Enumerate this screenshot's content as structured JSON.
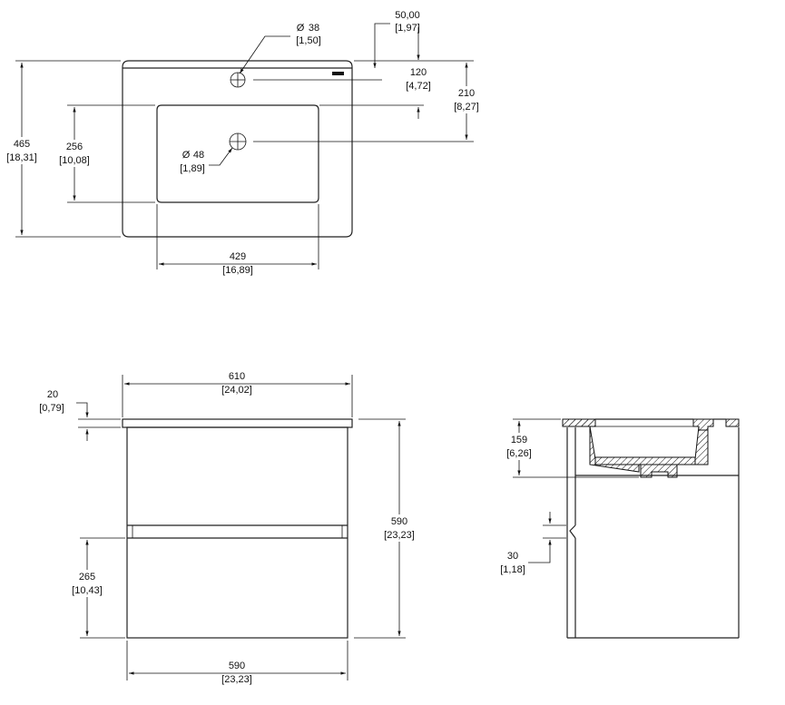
{
  "colors": {
    "line": "#111111",
    "background": "#ffffff"
  },
  "top_view": {
    "hole_small": {
      "diameter": "38",
      "inch": "[1,50]",
      "symbol": "Ø"
    },
    "offset_top": {
      "value": "50,00",
      "inch": "[1,97]"
    },
    "hole_offset": {
      "value": "120",
      "inch": "[4,72]"
    },
    "basin_offset": {
      "value": "210",
      "inch": "[8,27]"
    },
    "overall_depth": {
      "value": "465",
      "inch": "[18,31]"
    },
    "basin_depth": {
      "value": "256",
      "inch": "[10,08]"
    },
    "drain": {
      "diameter": "48",
      "inch": "[1,89]",
      "symbol": "Ø"
    },
    "basin_width": {
      "value": "429",
      "inch": "[16,89]"
    }
  },
  "front_view": {
    "overall_width": {
      "value": "610",
      "inch": "[24,02]"
    },
    "top_thickness": {
      "value": "20",
      "inch": "[0,79]"
    },
    "overall_height": {
      "value": "590",
      "inch": "[23,23]"
    },
    "drawer_height": {
      "value": "265",
      "inch": "[10,43]"
    },
    "cabinet_width": {
      "value": "590",
      "inch": "[23,23]"
    }
  },
  "side_view": {
    "basin_height": {
      "value": "159",
      "inch": "[6,26]"
    },
    "gap": {
      "value": "30",
      "inch": "[1,18]"
    }
  }
}
